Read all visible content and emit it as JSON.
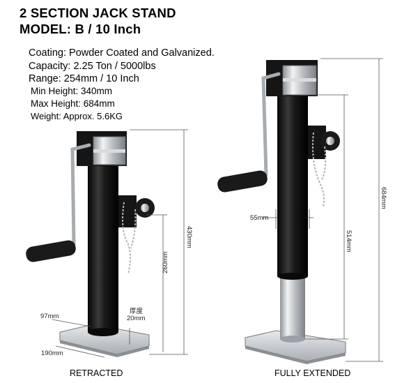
{
  "header": {
    "title": "2 SECTION JACK STAND",
    "model": "MODEL: B / 10 Inch"
  },
  "specs": [
    "Coating: Powder Coated and Galvanized.",
    "Capacity: 2.25 Ton / 5000lbs",
    "Range: 254mm /  10 Inch",
    "Min Height:  340mm",
    "Max Height:  684mm",
    "Weight: Approx. 5.6KG"
  ],
  "retracted": {
    "caption": "RETRACTED",
    "dim_height": "430mm",
    "dim_side": "260mm",
    "dim_base_width": "97mm",
    "dim_base_length": "190mm",
    "dim_thickness_label": "厚度",
    "dim_thickness": "20mm"
  },
  "extended": {
    "caption": "FULLY EXTENDED",
    "dim_height": "684mm",
    "dim_inner": "514mm",
    "dim_tube": "55mm"
  },
  "colors": {
    "tube": "#141414",
    "steel": "#c9ccd0",
    "dim_line": "#555555"
  }
}
